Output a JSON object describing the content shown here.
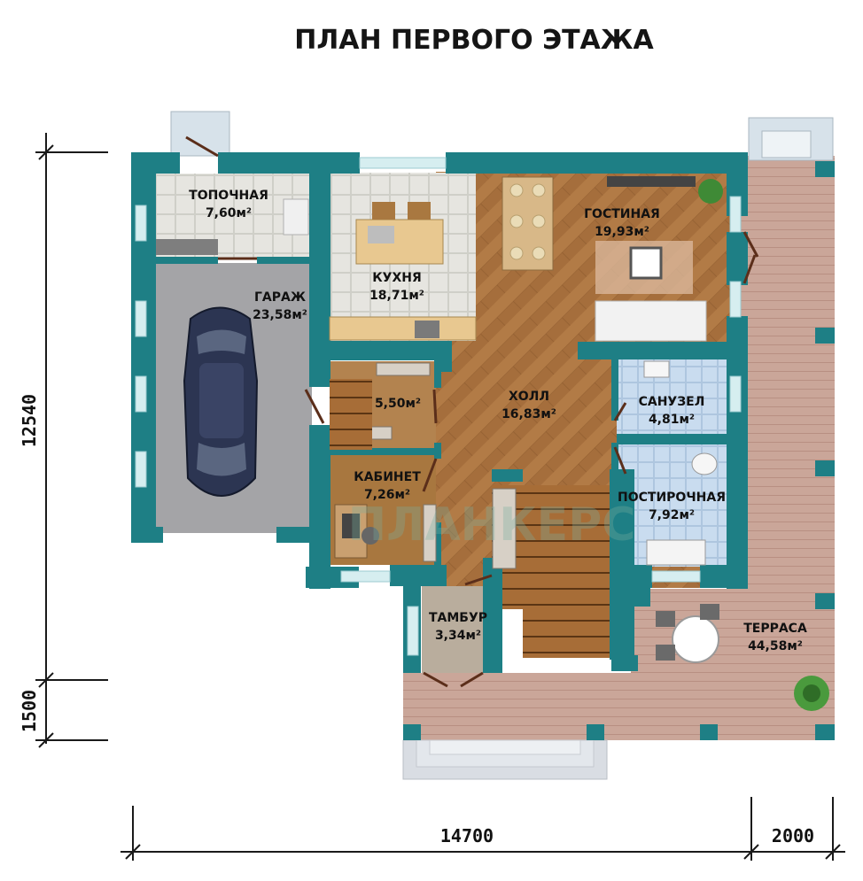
{
  "title": "ПЛАН ПЕРВОГО ЭТАЖА",
  "watermark": "ПЛАНКЕРС",
  "colors": {
    "wall": "#1e7f85",
    "wall_dark": "#145c60",
    "wood_floor": "#b07a45",
    "tile_floor": "#e2e2dc",
    "blue_tile": "#c5d9ee",
    "terrace_deck": "#caa69a",
    "garage_floor": "#a3a3a6",
    "window_glass": "#d6eef0"
  },
  "rooms": {
    "topochnaya": {
      "name": "ТОПОЧНАЯ",
      "area": "7,60м²"
    },
    "kuhnya": {
      "name": "КУХНЯ",
      "area": "18,71м²"
    },
    "gostinaya": {
      "name": "ГОСТИНАЯ",
      "area": "19,93м²"
    },
    "garazh": {
      "name": "ГАРАЖ",
      "area": "23,58м²"
    },
    "storage": {
      "name": "",
      "area": "5,50м²"
    },
    "holl": {
      "name": "ХОЛЛ",
      "area": "16,83м²"
    },
    "sanuzel": {
      "name": "САНУЗЕЛ",
      "area": "4,81м²"
    },
    "kabinet": {
      "name": "КАБИНЕТ",
      "area": "7,26м²"
    },
    "postirochnaya": {
      "name": "ПОСТИРОЧНАЯ",
      "area": "7,92м²"
    },
    "tambur": {
      "name": "ТАМБУР",
      "area": "3,34м²"
    },
    "terrasa": {
      "name": "ТЕРРАСА",
      "area": "44,58м²"
    }
  },
  "dimensions": {
    "height_main": "12540",
    "height_porch": "1500",
    "width_main": "14700",
    "width_terrace": "2000"
  },
  "icons": [
    "car-icon",
    "plant-icon",
    "dining-table-icon",
    "sofa-icon",
    "desk-icon",
    "stairs-icon",
    "radiator-icon",
    "kitchen-island-icon",
    "boiler-icon",
    "toilet-icon",
    "washer-icon",
    "terrace-table-icon"
  ]
}
